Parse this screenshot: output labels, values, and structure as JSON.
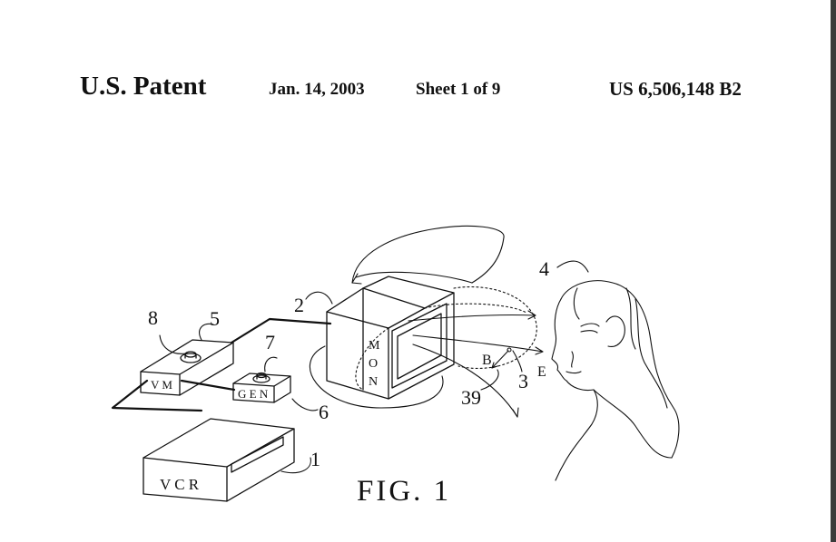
{
  "header": {
    "left": "U.S. Patent",
    "date": "Jan. 14, 2003",
    "sheet": "Sheet 1 of 9",
    "number": "US 6,506,148 B2"
  },
  "figure": {
    "caption": "FIG. 1",
    "labels": {
      "vcr": "V C R",
      "vm": "V M",
      "gen": "G E N",
      "mon_m": "M",
      "mon_o": "O",
      "mon_n": "N"
    },
    "refs": {
      "r1": "1",
      "r2": "2",
      "r3": "3",
      "r4": "4",
      "r5": "5",
      "r6": "6",
      "r7": "7",
      "r8": "8",
      "r39": "39",
      "rB": "B",
      "rE": "E"
    }
  },
  "colors": {
    "ink": "#111111",
    "page": "#ffffff",
    "edge": "#3a3a3a"
  }
}
